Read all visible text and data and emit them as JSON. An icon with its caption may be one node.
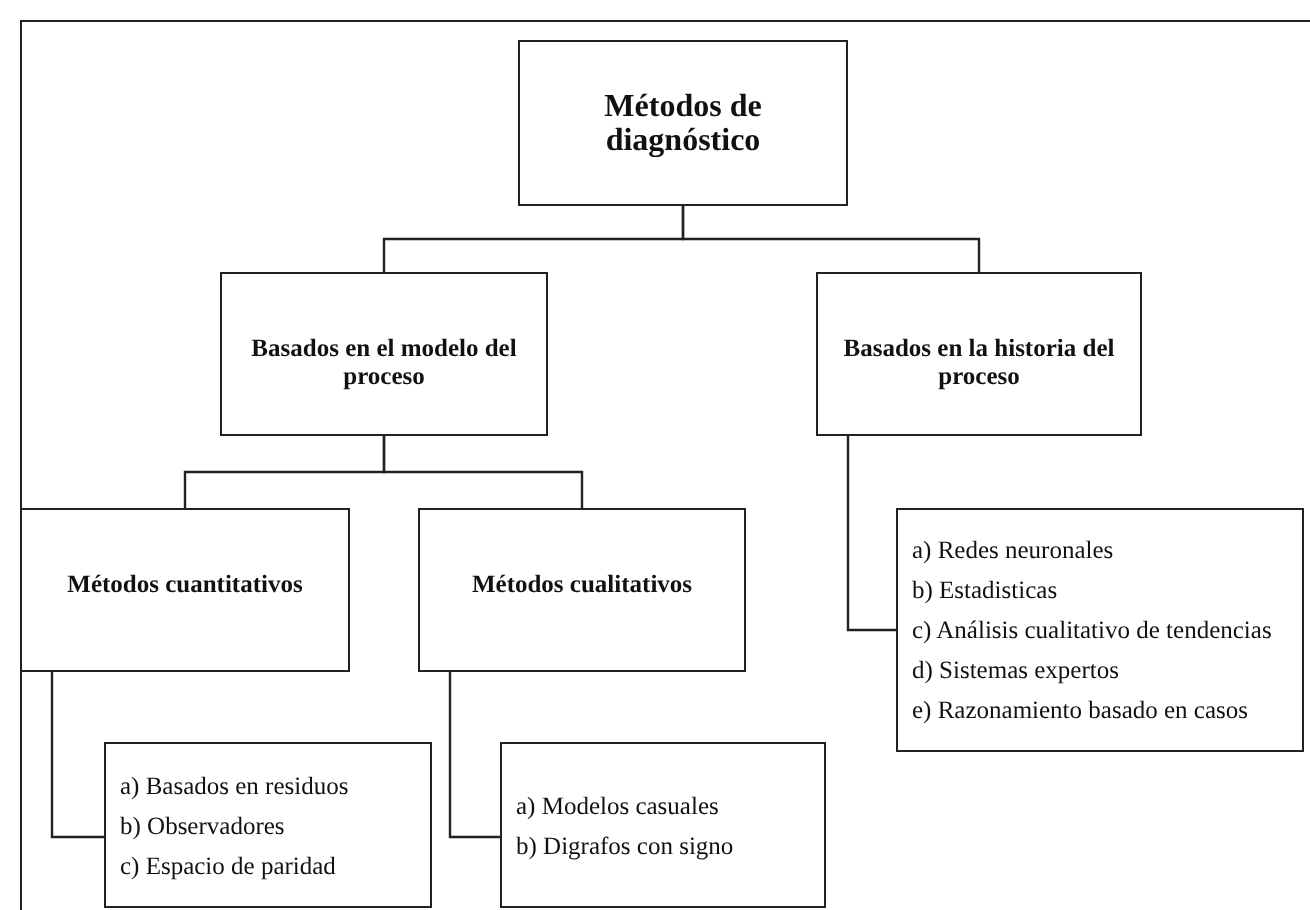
{
  "diagram": {
    "nodes": [
      {
        "text": [
          "Métodos de diagnóstico"
        ]
      },
      {
        "text": [
          "Basados en el modelo del proceso"
        ]
      },
      {
        "text": [
          "Basados en la historia del proceso"
        ]
      },
      {
        "text": [
          "Métodos cuantitativos"
        ]
      },
      {
        "text": [
          "Métodos cualitativos"
        ]
      },
      {
        "text": [
          "a) Basados en residuos",
          "b) Observadores",
          "c) Espacio de paridad"
        ]
      },
      {
        "text": [
          "a) Modelos casuales",
          "b) Digrafos con signo"
        ]
      },
      {
        "text": [
          "a) Redes neuronales",
          "b) Estadisticas",
          "c) Análisis cualitativo de tendencias",
          "d) Sistemas expertos",
          "e) Razonamiento basado en casos"
        ]
      }
    ],
    "edges": [
      {
        "from": 0,
        "to": 1,
        "arrow": "none"
      },
      {
        "from": 0,
        "to": 2,
        "arrow": "none"
      },
      {
        "from": 1,
        "to": 3,
        "arrow": "none"
      },
      {
        "from": 1,
        "to": 4,
        "arrow": "none"
      },
      {
        "from": 3,
        "to": 5,
        "arrow": "none"
      },
      {
        "from": 4,
        "to": 6,
        "arrow": "none"
      },
      {
        "from": 2,
        "to": 7,
        "arrow": "none"
      }
    ]
  }
}
